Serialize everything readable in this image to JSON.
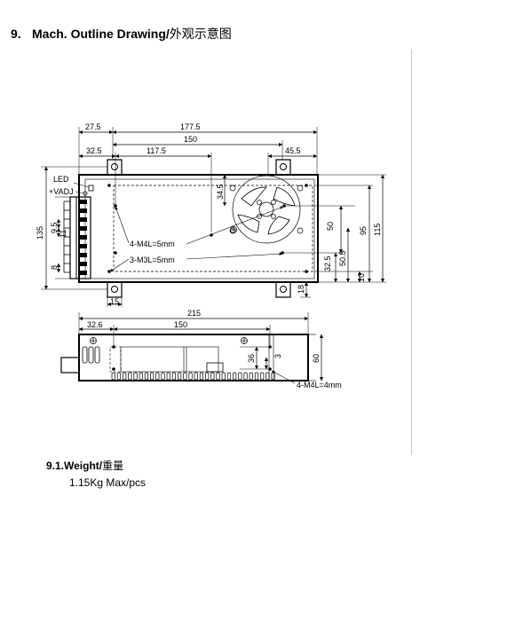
{
  "section": {
    "number": "9.",
    "title": "Mach. Outline Drawing/",
    "title_cn": "外观示意图"
  },
  "drawing": {
    "top_view": {
      "dims": {
        "d_27_5": "27.5",
        "d_177_5": "177.5",
        "d_150": "150",
        "d_32_5": "32.5",
        "d_117_5": "117.5",
        "d_45_5": "45.5",
        "d_34_5": "34.5",
        "d_50": "50",
        "d_95": "95",
        "d_115": "115",
        "d_135": "135",
        "d_9_5": "9.5",
        "d_11": "11",
        "d_8": "8",
        "d_32_5b": "32.5",
        "d_50_5": "50.5",
        "d_10": "10",
        "d_18": "18",
        "d_15": "15"
      },
      "labels": {
        "led": "LED",
        "vadj": "+VADJ",
        "m4l": "4-M4L=5mm",
        "m3l": "3-M3L=5mm"
      }
    },
    "side_view": {
      "dims": {
        "d_215": "215",
        "d_32_6": "32.6",
        "d_150": "150",
        "d_36": "36",
        "d_3": "3",
        "d_60": "60"
      },
      "labels": {
        "m4l": "4-M4L=4mm"
      }
    }
  },
  "weight": {
    "heading": "9.1.Weight/",
    "heading_cn": "重量",
    "value": "1.15Kg Max/pcs"
  }
}
